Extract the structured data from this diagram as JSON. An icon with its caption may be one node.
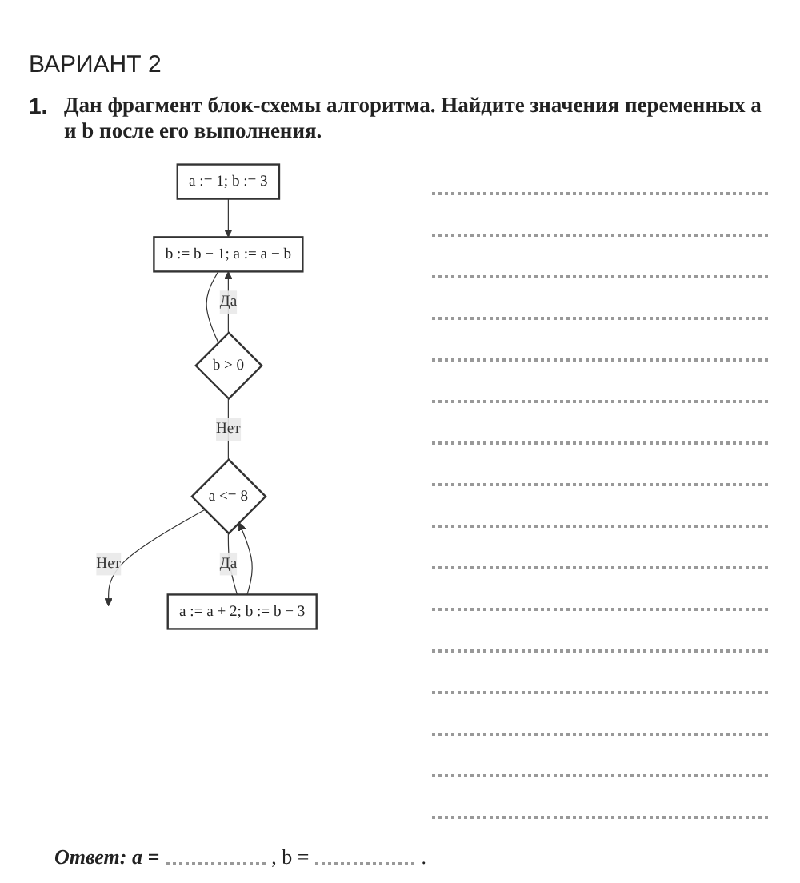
{
  "diagram": {
    "title": "ВАРИАНТ 2",
    "nodes": [
      {
        "text": [
          "a := 1; b := 3"
        ]
      },
      {
        "text": [
          "b := b − 1; a := a − b"
        ]
      },
      {
        "text": [
          "b > 0"
        ]
      },
      {
        "text": [
          "a <= 8"
        ]
      },
      {
        "text": [
          "a := a + 2; b := b − 3"
        ]
      }
    ],
    "edges": [
      {
        "from": 0,
        "to": 1,
        "arrow": "to"
      },
      {
        "from": 1,
        "to": 2,
        "arrow": "none"
      },
      {
        "from": 2,
        "to": 1,
        "arrow": "to",
        "label": "Да"
      },
      {
        "from": 2,
        "to": 3,
        "arrow": "none",
        "label": "Нет"
      },
      {
        "from": 3,
        "to": null,
        "arrow": "to",
        "label": "Нет"
      },
      {
        "from": 3,
        "to": 4,
        "arrow": "none",
        "label": "Да"
      },
      {
        "from": 4,
        "to": 3,
        "arrow": "to"
      }
    ],
    "labels": [
      "1.",
      "Дан фрагмент блок-схемы алгоритма. Найдите значения переменных a и b после его выполнения.",
      "Ответ: a =",
      ", b =",
      "."
    ]
  }
}
